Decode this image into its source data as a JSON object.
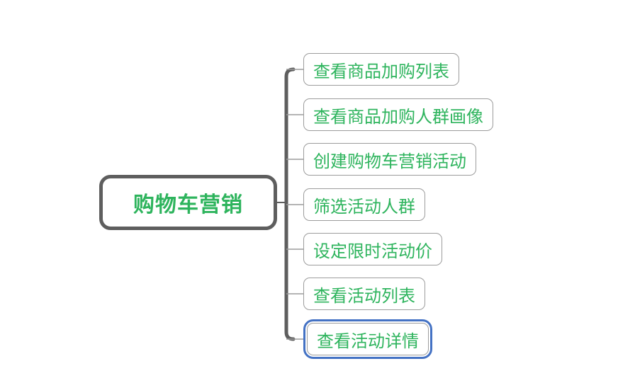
{
  "root": {
    "label": "购物车营销"
  },
  "children": [
    {
      "label": "查看商品加购列表",
      "selected": false
    },
    {
      "label": "查看商品加购人群画像",
      "selected": false
    },
    {
      "label": "创建购物车营销活动",
      "selected": false
    },
    {
      "label": "筛选活动人群",
      "selected": false
    },
    {
      "label": "设定限时活动价",
      "selected": false
    },
    {
      "label": "查看活动列表",
      "selected": false
    },
    {
      "label": "查看活动详情",
      "selected": true
    }
  ],
  "colors": {
    "topic_text_green": "#2eb45d",
    "root_border_gray": "#5e5e5e",
    "child_border_gray": "#9c9c9c",
    "selection_blue": "#4472c4",
    "spine_gray": "#5e5e5e",
    "stub_gray": "#9c9c9c"
  }
}
